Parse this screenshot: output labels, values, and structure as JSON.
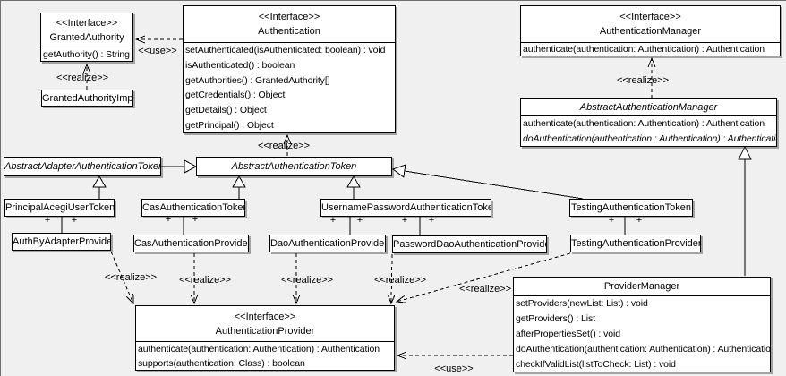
{
  "colors": {
    "background": "#f0f0f0",
    "box_fill": "#ffffff",
    "line": "#000000",
    "shadow": "#a3a3a3"
  },
  "classes": [
    {
      "id": "granted-authority",
      "stereotype": "<<Interface>>",
      "name": "GrantedAuthority",
      "abstract": false,
      "methods": [
        {
          "text": "getAuthority() : String",
          "abstract": false
        }
      ]
    },
    {
      "id": "granted-authority-impl",
      "name": "GrantedAuthorityImpl",
      "abstract": false,
      "methods": []
    },
    {
      "id": "authentication",
      "stereotype": "<<Interface>>",
      "name": "Authentication",
      "abstract": false,
      "methods": [
        {
          "text": "setAuthenticated(isAuthenticated: boolean) : void",
          "abstract": false
        },
        {
          "text": "isAuthenticated() : boolean",
          "abstract": false
        },
        {
          "text": "getAuthorities() : GrantedAuthority[]",
          "abstract": false
        },
        {
          "text": "getCredentials() : Object",
          "abstract": false
        },
        {
          "text": "getDetails() : Object",
          "abstract": false
        },
        {
          "text": "getPrincipal() : Object",
          "abstract": false
        }
      ]
    },
    {
      "id": "authentication-manager",
      "stereotype": "<<Interface>>",
      "name": "AuthenticationManager",
      "abstract": false,
      "methods": [
        {
          "text": "authenticate(authentication: Authentication) : Authentication",
          "abstract": false
        }
      ]
    },
    {
      "id": "abstract-authentication-manager",
      "name": "AbstractAuthenticationManager",
      "abstract": true,
      "methods": [
        {
          "text": "authenticate(authentication: Authentication) : Authentication",
          "abstract": false
        },
        {
          "text": "doAuthentication(authentication : Authentication) : Authentication",
          "abstract": true
        }
      ]
    },
    {
      "id": "abstract-adapter-authentication-token",
      "name": "AbstractAdapterAuthenticationToken",
      "abstract": true,
      "methods": []
    },
    {
      "id": "abstract-authentication-token",
      "name": "AbstractAuthenticationToken",
      "abstract": true,
      "methods": []
    },
    {
      "id": "principal-acegi-user-token",
      "name": "PrincipalAcegiUserToken",
      "abstract": false,
      "methods": []
    },
    {
      "id": "cas-authentication-token",
      "name": "CasAuthenticationToken",
      "abstract": false,
      "methods": []
    },
    {
      "id": "username-password-authentication-token",
      "name": "UsernamePasswordAuthenticationToken",
      "abstract": false,
      "methods": []
    },
    {
      "id": "testing-authentication-token",
      "name": "TestingAuthenticationToken",
      "abstract": false,
      "methods": []
    },
    {
      "id": "auth-by-adapter-provider",
      "name": "AuthByAdapterProvider",
      "abstract": false,
      "methods": []
    },
    {
      "id": "cas-authentication-provider",
      "name": "CasAuthenticationProvider",
      "abstract": false,
      "methods": []
    },
    {
      "id": "dao-authentication-provider",
      "name": "DaoAuthenticationProvider",
      "abstract": false,
      "methods": []
    },
    {
      "id": "password-dao-authentication-provider",
      "name": "PasswordDaoAuthenticationProvider",
      "abstract": false,
      "methods": []
    },
    {
      "id": "testing-authentication-provider",
      "name": "TestingAuthenticationProvider",
      "abstract": false,
      "methods": []
    },
    {
      "id": "authentication-provider",
      "stereotype": "<<Interface>>",
      "name": "AuthenticationProvider",
      "abstract": false,
      "methods": [
        {
          "text": "authenticate(authentication: Authentication) : Authentication",
          "abstract": false
        },
        {
          "text": "supports(authentication: Class) : boolean",
          "abstract": false
        }
      ]
    },
    {
      "id": "provider-manager",
      "name": "ProviderManager",
      "abstract": false,
      "methods": [
        {
          "text": "setProviders(newList: List) : void",
          "abstract": false
        },
        {
          "text": "getProviders() : List",
          "abstract": false
        },
        {
          "text": "afterPropertiesSet() : void",
          "abstract": false
        },
        {
          "text": "doAuthentication(authentication: Authentication) : Authentication",
          "abstract": false
        },
        {
          "text": "checkIfValidList(listToCheck: List) : void",
          "abstract": false
        }
      ]
    }
  ],
  "edge_labels": [
    {
      "id": "use-authentication-grantedauthority",
      "text": "<<use>>"
    },
    {
      "id": "realize-grantedauthorityimpl",
      "text": "<<realize>>"
    },
    {
      "id": "realize-abstractauthenticationtoken",
      "text": "<<realize>>"
    },
    {
      "id": "realize-abstractauthenticationmanager",
      "text": "<<realize>>"
    },
    {
      "id": "realize-authbyadapterprovider",
      "text": "<<realize>>"
    },
    {
      "id": "realize-casauthenticationprovider",
      "text": "<<realize>>"
    },
    {
      "id": "realize-daoauthenticationprovider",
      "text": "<<realize>>"
    },
    {
      "id": "realize-passworddaoauthenticationprovider",
      "text": "<<realize>>"
    },
    {
      "id": "realize-testingauthenticationprovider",
      "text": "<<realize>>"
    },
    {
      "id": "use-providermanager-authenticationprovider",
      "text": "<<use>>"
    }
  ],
  "multiplicity_marks": [
    {
      "text": "+"
    },
    {
      "text": "+"
    },
    {
      "text": "+"
    },
    {
      "text": "+"
    },
    {
      "text": "+"
    },
    {
      "text": "+"
    },
    {
      "text": "+"
    },
    {
      "text": "+"
    },
    {
      "text": "+"
    },
    {
      "text": "+"
    }
  ]
}
